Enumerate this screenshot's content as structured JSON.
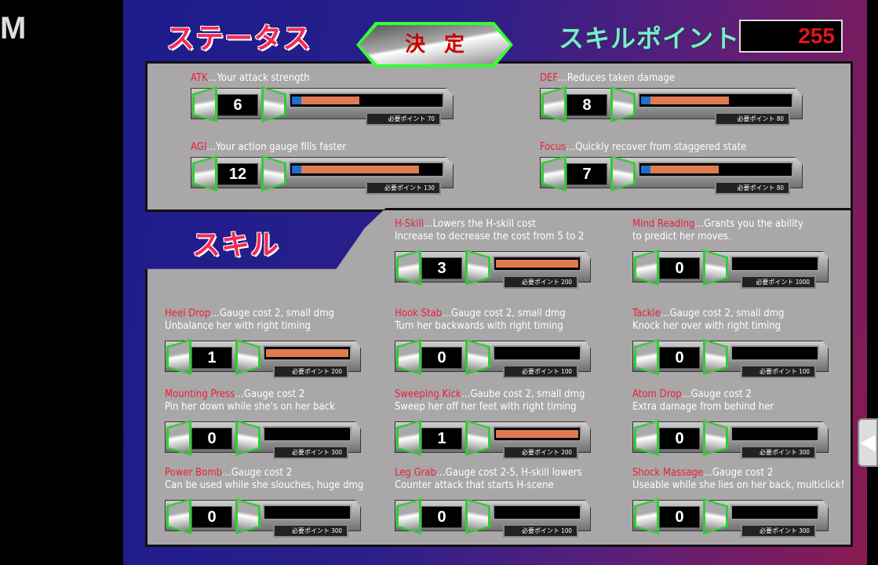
{
  "corner_text": "M",
  "header": {
    "status_title": "ステータス",
    "confirm_label": "決定",
    "skill_points_label": "スキルポイント",
    "skill_points_value": "255",
    "skills_title": "スキル"
  },
  "required_label": "必要ポイント",
  "stats": [
    {
      "name": "ATK",
      "desc": "Your attack strength",
      "desc2": "",
      "value": "6",
      "required": "70",
      "fill": 0.45
    },
    {
      "name": "DEF",
      "desc": "Reduces taken damage",
      "desc2": "",
      "value": "8",
      "required": "80",
      "fill": 0.59
    },
    {
      "name": "AGI",
      "desc": "Your action gauge fills faster",
      "desc2": "",
      "value": "12",
      "required": "130",
      "fill": 0.85
    },
    {
      "name": "Focus",
      "desc": "Quickly recover from staggered state",
      "desc2": "",
      "value": "7",
      "required": "80",
      "fill": 0.52
    }
  ],
  "skills": [
    {
      "name": "H-Skill",
      "desc": "Lowers the H-skill cost",
      "desc2": "Increase to decrease the cost from 5 to 2",
      "value": "3",
      "required": "200",
      "fill": 1
    },
    {
      "name": "Mind Reading",
      "desc": "Grants you the ability",
      "desc2": "to predict her moves.",
      "value": "0",
      "required": "1000",
      "fill": 0
    },
    {
      "name": "Heel Drop",
      "desc": "Gauge cost 2, small dmg",
      "desc2": "Unbalance her with right timing",
      "value": "1",
      "required": "200",
      "fill": 1
    },
    {
      "name": "Hook Stab",
      "desc": "Gauge cost 2, small dmg",
      "desc2": "Turn her backwards with right timing",
      "value": "0",
      "required": "100",
      "fill": 0
    },
    {
      "name": "Tackle",
      "desc": "Gauge cost 2, small dmg",
      "desc2": "Knock her over with right timing",
      "value": "0",
      "required": "100",
      "fill": 0
    },
    {
      "name": "Mounting Press",
      "desc": "Gauge cost 2",
      "desc2": "Pin her down while she's on her back",
      "value": "0",
      "required": "300",
      "fill": 0
    },
    {
      "name": "Sweeping Kick",
      "desc": "Gaube cost 2, small dmg",
      "desc2": "Sweep her off her feet with right timing",
      "value": "1",
      "required": "200",
      "fill": 1
    },
    {
      "name": "Atom Drop",
      "desc": "Gauge cost 2",
      "desc2": "Extra damage from behind her",
      "value": "0",
      "required": "300",
      "fill": 0
    },
    {
      "name": "Power Bomb",
      "desc": "Gauge cost 2",
      "desc2": "Can be used while she slouches, huge dmg",
      "value": "0",
      "required": "300",
      "fill": 0
    },
    {
      "name": "Leg Grab",
      "desc": "Gauge cost 2-5, H-skill lowers",
      "desc2": "Counter attack that starts H-scene",
      "value": "0",
      "required": "100",
      "fill": 0
    },
    {
      "name": "Shock Massage",
      "desc": "Gauge cost 2",
      "desc2": "Useable while she lies on her back, multiclick!",
      "value": "0",
      "required": "300",
      "fill": 0
    }
  ],
  "side_tab_icon": "◀"
}
